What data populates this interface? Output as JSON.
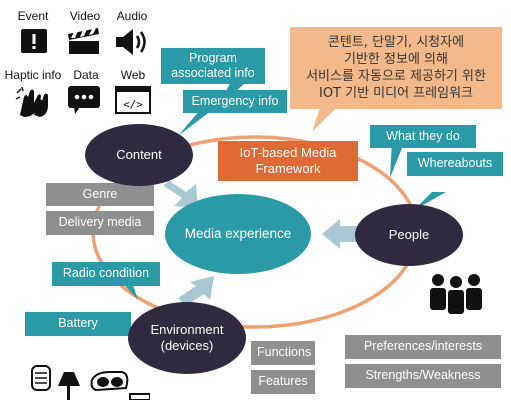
{
  "icons_top": [
    {
      "label": "Event",
      "icon": "exclamation-icon"
    },
    {
      "label": "Video",
      "icon": "clapperboard-icon"
    },
    {
      "label": "Audio",
      "icon": "speaker-icon"
    }
  ],
  "icons_mid": [
    {
      "label": "Haptic info",
      "icon": "clapping-hands-icon"
    },
    {
      "label": "Data",
      "icon": "speech-bubble-icon"
    },
    {
      "label": "Web",
      "icon": "code-window-icon"
    }
  ],
  "korean_box": {
    "lines": [
      "콘텐트, 단말기, 시청자에",
      "기반한 정보에 의해",
      "서비스를 자동으로 제공하기 위한",
      "IOT 기반 미디어 프레임워크"
    ]
  },
  "framework_box": {
    "lines": [
      "IoT-based Media",
      "Framework"
    ]
  },
  "nodes": {
    "content": "Content",
    "center": "Media experience",
    "people": "People",
    "environment_line1": "Environment",
    "environment_line2": "(devices)"
  },
  "teal_callouts": {
    "program_line1": "Program",
    "program_line2": "associated info",
    "emergency": "Emergency info",
    "what_they_do": "What they do",
    "whereabouts": "Whereabouts",
    "radio_condition": "Radio condition",
    "battery": "Battery"
  },
  "gray_boxes": {
    "genre": "Genre",
    "delivery_media": "Delivery media",
    "functions": "Functions",
    "features": "Features",
    "preferences": "Preferences/interests",
    "strengths": "Strengths/Weakness"
  },
  "colors": {
    "teal": "#2a9aa7",
    "orange": "#e06a35",
    "peach": "#f4b98a",
    "dark_node": "#2f2a3f",
    "gray": "#8f8f8f",
    "arrow": "#a9c8d3"
  }
}
